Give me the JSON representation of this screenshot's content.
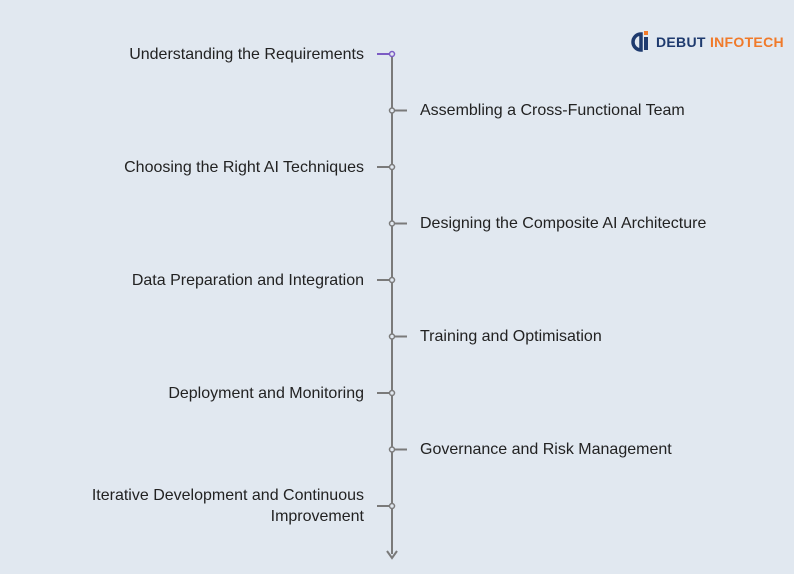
{
  "logo": {
    "word1": "DEBUT",
    "word2": "INFOTECH"
  },
  "colors": {
    "background": "#e1e8f0",
    "line": "#7a7a7a",
    "accent": "#7c5cc4",
    "logo_navy": "#1e3a6e",
    "logo_orange": "#f07a2a"
  },
  "steps": [
    {
      "label": "Understanding the Requirements",
      "side": "left",
      "highlight": true
    },
    {
      "label": "Assembling a Cross-Functional Team",
      "side": "right"
    },
    {
      "label": "Choosing the Right AI Techniques",
      "side": "left"
    },
    {
      "label": "Designing the Composite AI Architecture",
      "side": "right"
    },
    {
      "label": "Data Preparation and Integration",
      "side": "left"
    },
    {
      "label": "Training and Optimisation",
      "side": "right"
    },
    {
      "label": "Deployment and Monitoring",
      "side": "left"
    },
    {
      "label": "Governance and Risk Management",
      "side": "right"
    },
    {
      "label": "Iterative Development and Continuous Improvement",
      "side": "left",
      "lines": [
        "Iterative Development and Continuous",
        "Improvement"
      ]
    }
  ]
}
